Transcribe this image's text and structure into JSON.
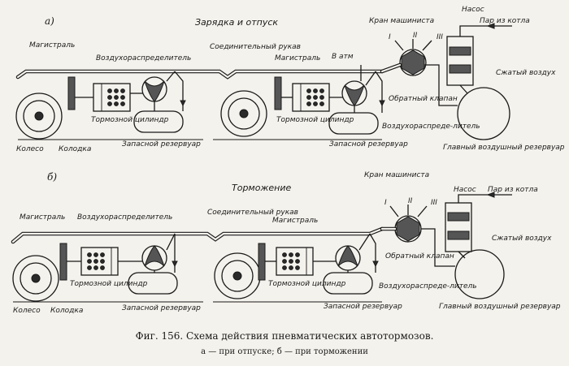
{
  "panel_a": {
    "letter": "а)",
    "title": "Зарядка и отпуск",
    "labels": {
      "main_line": "Магистраль",
      "air_distributor": "Воздухораспределитель",
      "hose": "Соединительный рукав",
      "main_line_2": "Магистраль",
      "to_atm": "В атм",
      "driver_valve": "Кран машиниста",
      "pos_1": "I",
      "pos_2": "II",
      "pos_3": "III",
      "pump": "Насос",
      "steam": "Пар из котла",
      "compressed_air": "Сжатый воздух",
      "check_valve": "Обратный клапан",
      "air_distributor_2": "Воздухораспреде-литель",
      "brake_cylinder": "Тормозной цилиндр",
      "brake_cylinder_2": "Тормозной цилиндр",
      "wheel": "Колесо",
      "shoe": "Колодка",
      "spare_reservoir": "Запасной резервуар",
      "spare_reservoir_2": "Запасной резервуар",
      "main_reservoir": "Главный воздушный резервуар"
    }
  },
  "panel_b": {
    "letter": "б)",
    "title": "Торможение",
    "labels": {
      "main_line": "Магистраль",
      "air_distributor": "Воздухораспределитель",
      "hose": "Соединительный рукав",
      "main_line_2": "Магистраль",
      "driver_valve": "Кран машиниста",
      "pos_1": "I",
      "pos_2": "II",
      "pos_3": "III",
      "pump": "Насос",
      "steam": "Пар из котла",
      "compressed_air": "Сжатый воздух",
      "check_valve": "Обратный клапан",
      "air_distributor_2": "Воздухораспреде-литель",
      "brake_cylinder": "Тормозной цилиндр",
      "brake_cylinder_2": "Тормозной цилиндр",
      "wheel": "Колесо",
      "shoe": "Колодка",
      "spare_reservoir": "Запасной резервуар",
      "spare_reservoir_2": "Запасной резервуар",
      "main_reservoir": "Главный воздушный резервуар"
    }
  },
  "caption": {
    "main": "Фиг. 156. Схема действия пневматических автотормозов.",
    "sub": "а — при отпуске; б — при торможении"
  }
}
